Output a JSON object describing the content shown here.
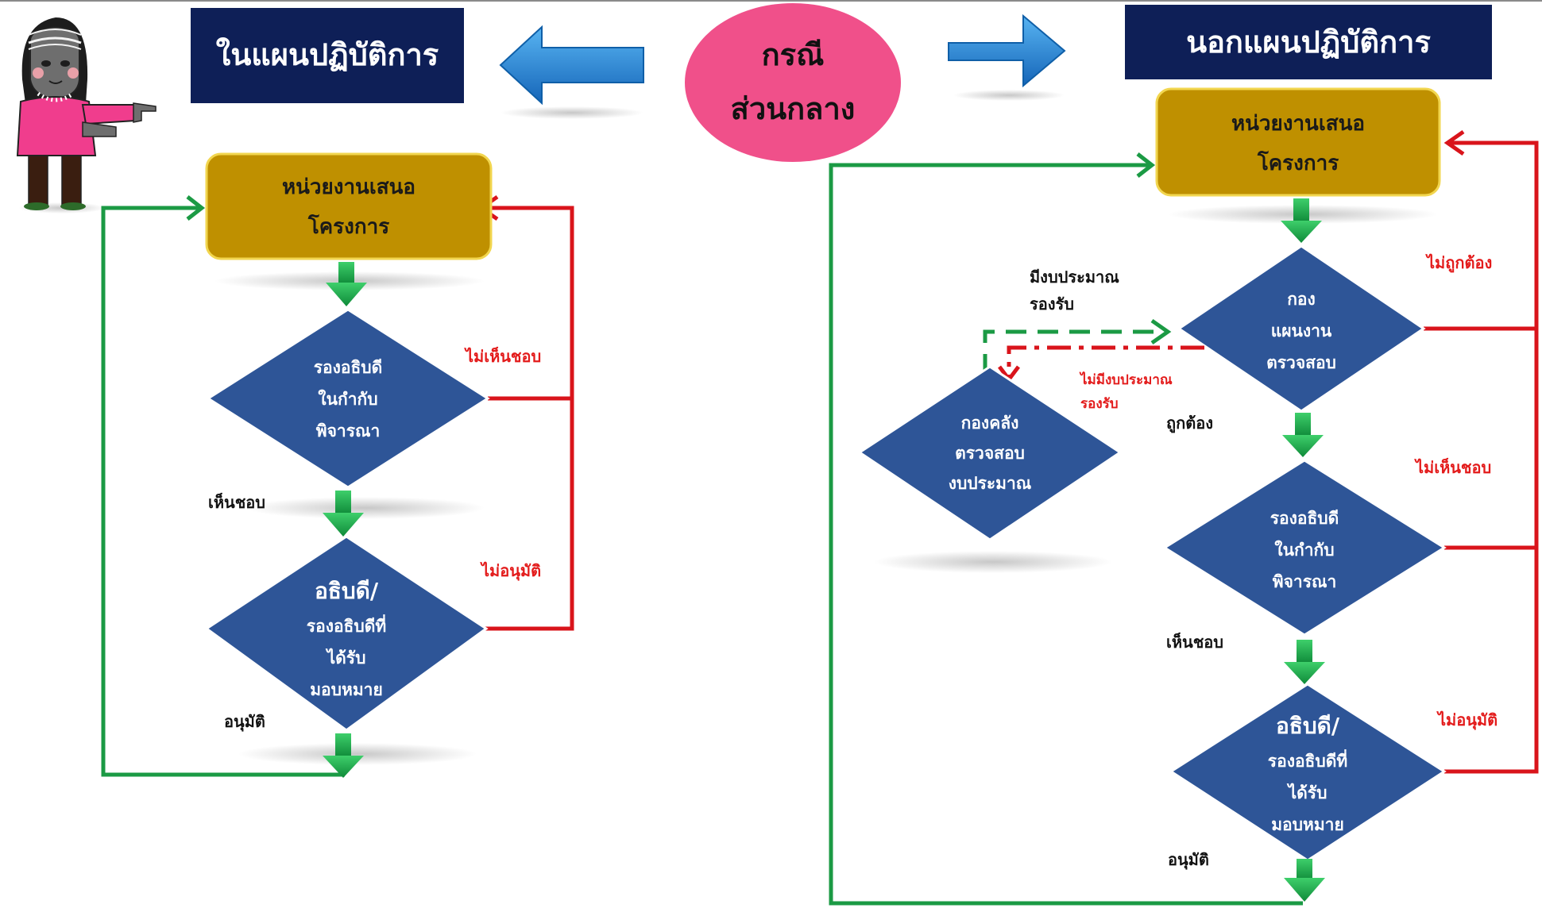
{
  "center_case": {
    "line1": "กรณี",
    "line2": "ส่วนกลาง"
  },
  "left": {
    "title": "ในแผนปฏิบัติการ",
    "proposer": {
      "line1": "หน่วยงานเสนอ",
      "line2": "โครงการ"
    },
    "deputy": {
      "line1": "รองอธิบดี",
      "line2": "ในกำกับ",
      "line3": "พิจารณา"
    },
    "director": {
      "line1": "อธิบดี/",
      "line2": "รองอธิบดีที่",
      "line3": "ได้รับ",
      "line4": "มอบหมาย"
    },
    "labels": {
      "agree": "เห็นชอบ",
      "approve": "อนุมัติ",
      "disagree": "ไม่เห็นชอบ",
      "not_approve": "ไม่อนุมัติ"
    }
  },
  "right": {
    "title": "นอกแผนปฏิบัติการ",
    "proposer": {
      "line1": "หน่วยงานเสนอ",
      "line2": "โครงการ"
    },
    "planning": {
      "line1": "กอง",
      "line2": "แผนงาน",
      "line3": "ตรวจสอบ"
    },
    "treasury": {
      "line1": "กองคลัง",
      "line2": "ตรวจสอบ",
      "line3": "งบประมาณ"
    },
    "deputy": {
      "line1": "รองอธิบดี",
      "line2": "ในกำกับ",
      "line3": "พิจารณา"
    },
    "director": {
      "line1": "อธิบดี/",
      "line2": "รองอธิบดีที่",
      "line3": "ได้รับ",
      "line4": "มอบหมาย"
    },
    "labels": {
      "has_budget_1": "มีงบประมาณ",
      "has_budget_2": "รองรับ",
      "no_budget_1": "ไม่มีงบประมาณ",
      "no_budget_2": "รองรับ",
      "correct": "ถูกต้อง",
      "incorrect": "ไม่ถูกต้อง",
      "agree": "เห็นชอบ",
      "disagree": "ไม่เห็นชอบ",
      "approve": "อนุมัติ",
      "not_approve": "ไม่อนุมัติ"
    }
  },
  "colors": {
    "header_navy": "#0e1f57",
    "oval_pink": "#f0508a",
    "box_gold": "#bf9000",
    "diamond_blue": "#2e5597",
    "flow_green": "#1b9a44",
    "flow_red": "#d9141b",
    "arrow_blue": "#1f7fd1"
  }
}
